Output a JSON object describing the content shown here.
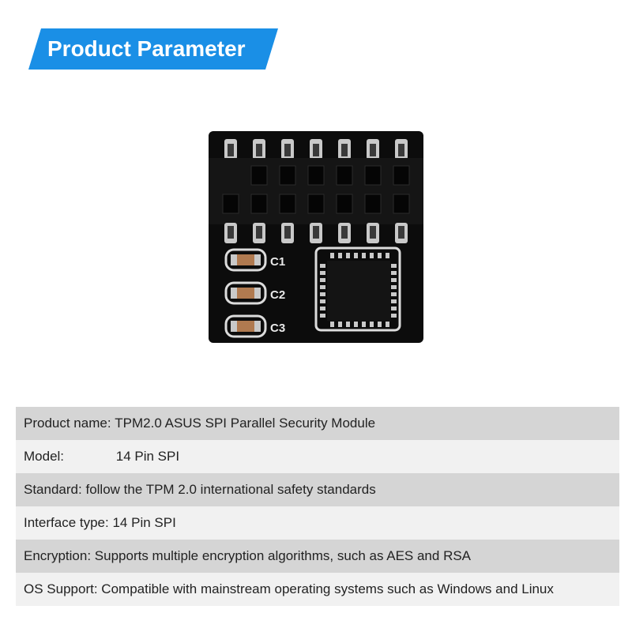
{
  "banner": {
    "title": "Product Parameter",
    "color": "#1a8fe6"
  },
  "product": {
    "capacitors": [
      "C1",
      "C2",
      "C3"
    ],
    "pcb_color": "#0c0c0c",
    "pin_color": "#c9c9c9",
    "capacitor_color": "#b07a50"
  },
  "specs": [
    {
      "label": "Product name:",
      "value": "TPM2.0 ASUS SPI Parallel Security Module"
    },
    {
      "label": "Model:",
      "value": "14 Pin SPI"
    },
    {
      "label": "Standard:",
      "value": "follow the TPM 2.0 international safety standards"
    },
    {
      "label": "Interface type:",
      "value": "14 Pin SPI"
    },
    {
      "label": "Encryption:",
      "value": "Supports multiple encryption algorithms, such as AES and RSA"
    },
    {
      "label": "OS Support:",
      "value": "Compatible with mainstream operating systems such as Windows and Linux"
    }
  ]
}
